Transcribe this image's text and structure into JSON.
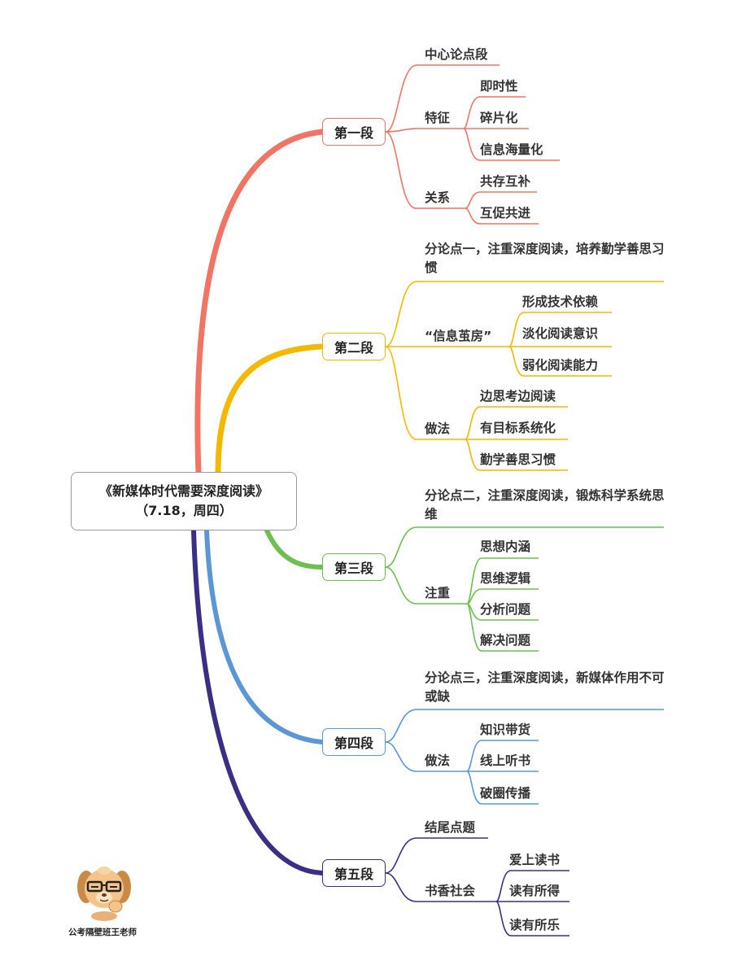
{
  "root": {
    "line1": "《新媒体时代需要深度阅读》",
    "line2": "（7.18，周四）"
  },
  "colors": {
    "sec1": "#f07565",
    "sec2": "#f5b800",
    "sec3": "#6dbf4f",
    "sec4": "#5b97d5",
    "sec5": "#3b2f85"
  },
  "sections": [
    {
      "label": "第一段",
      "items": {
        "main": "中心论点段",
        "tezheng": "特征",
        "tz1": "即时性",
        "tz2": "碎片化",
        "tz3": "信息海量化",
        "guanxi": "关系",
        "gx1": "共存互补",
        "gx2": "互促共进"
      }
    },
    {
      "label": "第二段",
      "items": {
        "main": "分论点一，注重深度阅读，培养勤学善思习惯",
        "xinxi": "“信息茧房”",
        "xx1": "形成技术依赖",
        "xx2": "淡化阅读意识",
        "xx3": "弱化阅读能力",
        "zuofa": "做法",
        "zf1": "边思考边阅读",
        "zf2": "有目标系统化",
        "zf3": "勤学善思习惯"
      }
    },
    {
      "label": "第三段",
      "items": {
        "main": "分论点二，注重深度阅读，锻炼科学系统思维",
        "zhuzhong": "注重",
        "zz1": "思想内涵",
        "zz2": "思维逻辑",
        "zz3": "分析问题",
        "zz4": "解决问题"
      }
    },
    {
      "label": "第四段",
      "items": {
        "main": "分论点三，注重深度阅读，新媒体作用不可或缺",
        "zuofa": "做法",
        "zf1": "知识带货",
        "zf2": "线上听书",
        "zf3": "破圈传播"
      }
    },
    {
      "label": "第五段",
      "items": {
        "main": "结尾点题",
        "shuxiang": "书香社会",
        "sx1": "爱上读书",
        "sx2": "读有所得",
        "sx3": "读有所乐"
      }
    }
  ],
  "credit": "公考隔壁班王老师"
}
